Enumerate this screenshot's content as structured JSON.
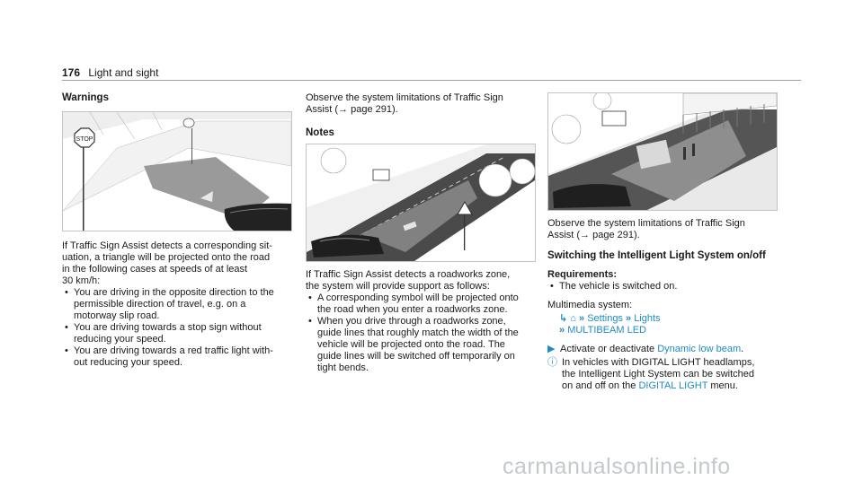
{
  "header": {
    "page_number": "176",
    "section": "Light and sight"
  },
  "col1": {
    "heading": "Warnings",
    "p1_lines": [
      "If Traffic Sign Assist detects a corresponding sit-",
      "uation, a triangle will be projected onto the road",
      "in the following cases at speeds of at least",
      "30 km/h:"
    ],
    "bullets": [
      [
        "You are driving in the opposite direction to the",
        "permissible direction of travel, e.g. on a",
        "motorway slip road."
      ],
      [
        "You are driving towards a stop sign without",
        "reducing your speed."
      ],
      [
        "You are driving towards a red traffic light with-",
        "out reducing your speed."
      ]
    ],
    "fig_sign": "STOP"
  },
  "col2": {
    "p_obs": [
      "Observe the system limitations of Traffic Sign",
      "Assist (→ page 291)."
    ],
    "notes_heading": "Notes",
    "p2": [
      "If Traffic Sign Assist detects a roadworks zone,",
      "the system will provide support as follows:"
    ],
    "bullets": [
      [
        "A corresponding symbol will be projected onto",
        "the road when you enter a roadworks zone."
      ],
      [
        "When you drive through a roadworks zone,",
        "guide lines that roughly match the width of the",
        "vehicle will be projected onto the road. The",
        "guide lines will be switched off temporarily on",
        "tight bends."
      ]
    ]
  },
  "col3": {
    "p_obs": [
      "Observe the system limitations of Traffic Sign",
      "Assist (→ page 291)."
    ],
    "heading": "Switching the Intelligent Light System on/off",
    "req_heading": "Requirements:",
    "req_item": "The vehicle is switched on.",
    "mm_label": "Multimedia system:",
    "path_home_icon": "home-icon",
    "path_settings": "Settings",
    "path_lights": "Lights",
    "path_multibeam": "MULTIBEAM LED",
    "action_pre": "Activate or deactivate",
    "action_link": "Dynamic low beam",
    "action_post": ".",
    "info_l1": "In vehicles with DIGITAL LIGHT headlamps,",
    "info_l2": "the Intelligent Light System can be switched",
    "info_l3_pre": "on and off on the",
    "info_l3_link": "DIGITAL LIGHT",
    "info_l3_post": "menu."
  },
  "watermark": "carmanualsonline.info",
  "colors": {
    "accent": "#1f8bc3",
    "rule": "#9aa3a8"
  }
}
